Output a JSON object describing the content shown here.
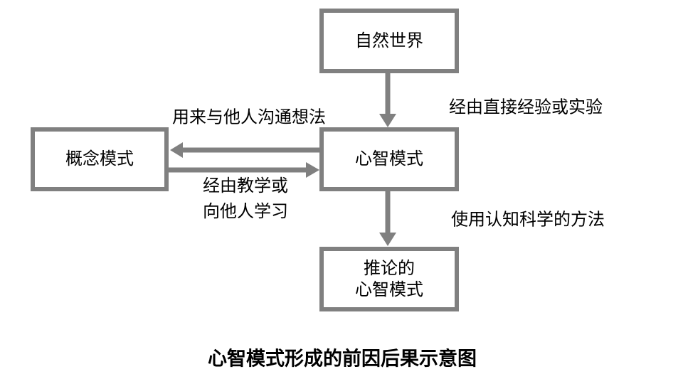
{
  "diagram": {
    "caption": "心智模式形成的前因后果示意图",
    "nodes": {
      "natural_world": {
        "label": "自然世界"
      },
      "mental_model": {
        "label": "心智模式"
      },
      "conceptual_model": {
        "label": "概念模式"
      },
      "inferred_mental_model": {
        "label": "推论的\n心智模式"
      }
    },
    "edges": {
      "natural_to_mental": {
        "label": "经由直接经验或实验",
        "direction": "down",
        "from": "自然世界",
        "to": "心智模式"
      },
      "mental_to_conceptual": {
        "label": "用来与他人沟通想法",
        "direction": "left",
        "from": "心智模式",
        "to": "概念模式"
      },
      "conceptual_to_mental": {
        "label": "经由教学或\n向他人学习",
        "direction": "right",
        "from": "概念模式",
        "to": "心智模式"
      },
      "mental_to_inferred": {
        "label": "使用认知科学的方法",
        "direction": "down",
        "from": "心智模式",
        "to": "推论的心智模式"
      }
    },
    "colors": {
      "shape": "#808080",
      "text": "#000000",
      "background": "#ffffff"
    }
  }
}
